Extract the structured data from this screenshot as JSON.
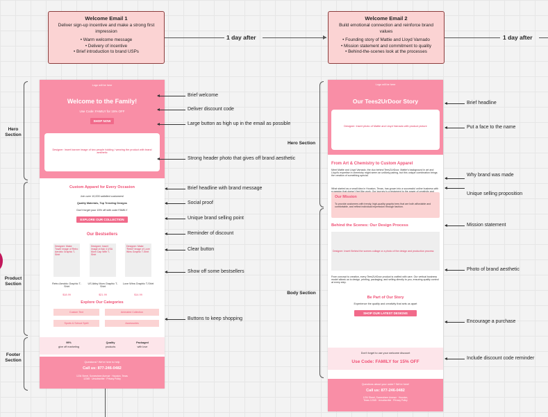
{
  "flow": {
    "email1": {
      "title": "Welcome Email 1",
      "goal": "Deliver sign-up incentive and make a strong first impression",
      "bullets": [
        "Warm welcome message",
        "Delivery of incentive",
        "Brief introduction to brand USPs"
      ]
    },
    "email2": {
      "title": "Welcome Email 2",
      "goal": "Build emotional connection and reinforce brand values",
      "bullets": [
        "Founding story of Mattie and Lloyd Varnado",
        "Mission statement and commitment to quality",
        "Behind-the-scenes look at the processes"
      ]
    },
    "delay1": "1 day after",
    "delay2": "1 day after"
  },
  "sections1": {
    "hero": "Hero Section",
    "product": "Product Section",
    "footer": "Footer Section"
  },
  "sections2": {
    "hero": "Hero Section",
    "body": "Body Section"
  },
  "email1": {
    "logo": "Logo will be here",
    "headline": "Welcome to the Family!",
    "code_line": "Use Code: FAMILY for 15% OFF",
    "shop_btn": "SHOP NOW",
    "photo_note": "Designer: Insert banner image of two people holding / wearing the product with brand aesthetic",
    "sub_headline": "Custom Apparel for Every Occasion",
    "social_proof": "Join over 10,000 satisfied customers!",
    "usp": "Quality Materials, Top Trending Designs",
    "reminder": "Don't forget your 15% off with code FAMILY",
    "explore_btn": "EXPLORE OUR COLLECTION",
    "bestsellers_title": "Our Bestsellers",
    "products": [
      {
        "note": "Designer: Make Tower image of Retro Aerobic Graphic T-Shirt",
        "name": "Retro Aerobic Graphic T-Shirt",
        "price": "$18.99"
      },
      {
        "note": "Designer: Insert image of Ask 4 USA Mom Cap With T-Shirt",
        "name": "US Abby Mom Graphic T-Shirt",
        "price": "$21.99"
      },
      {
        "note": "Designer: Make 'Rebel' Image of Love Wins Graphic T-Shirt",
        "name": "Love Wins Graphic T-Shirt",
        "price": "$14.99"
      }
    ],
    "categories_title": "Explore Our Categories",
    "categories": [
      "Custom Text",
      "Animated Collection",
      "Sports & School Spirit",
      "Accessories"
    ],
    "features": [
      {
        "big": "99%",
        "small": "give off marketing"
      },
      {
        "big": "Quality",
        "small": "products"
      },
      {
        "big": "Packaged",
        "small": "with love"
      }
    ],
    "footer_line1": "Questions? We're here to help",
    "footer_call": "Call us: 877-246-0482",
    "footer_addr": "1234 Street, Somewhere Avenue · Houston, Texas 12345 · Unsubscribe · Privacy Policy"
  },
  "email2": {
    "logo": "Logo will be here",
    "headline": "Our Tees2UrDoor Story",
    "photo_note": "Designer: Insert photo of Mattie and Lloyd Varnado with product picture",
    "story_title": "From Art & Chemistry to Custom Apparel",
    "story_p1": "Meet Mattie and Lloyd Varnado, the duo behind Tees2UrDoor. Mattie's background in art and Lloyd's expertise in chemistry might seem an unlikely pairing, but this unique combination brings the creation of something special.",
    "story_p2": "What started as a small idea in Houston, Texas, has grown into a successful online business with a passion that doesn't feel like work. Our journey is a testament to the power of creativity and dedication.",
    "mission_title": "Our Mission",
    "mission_text": "To provide customers with trendy, high-quality graphic tees that are both affordable and comfortable, and reflect individual expression through fashion.",
    "bts_title": "Behind the Scenes: Our Design Process",
    "bts_note": "Designer: Insert Behind the scenes collage or a photo of the design and production process",
    "bts_text": "From concept to creation, every Tees2UrDoor product is crafted with care. Our vertical business model allows us to design, printing, packaging, and selling directly to you, ensuring quality control at every step.",
    "cta_title": "Be Part of Our Story",
    "cta_text": "Experience the quality and creativity that sets us apart",
    "cta_btn": "SHOP OUR LATEST DESIGNS",
    "reminder": "Don't forget to use your welcome discount",
    "code_line": "Use Code: FAMILY for 15% OFF",
    "footer_line1": "Questions about your order? We're here!",
    "footer_call": "Call us: 877-246-0482",
    "footer_addr": "1234 Street, Somewhere Avenue · Houston, Texas 12345 · Unsubscribe · Privacy Policy"
  },
  "annotations1": [
    "Brief welcome",
    "Deliver discount code",
    "Large button as high up in the email as possible",
    "Strong header photo that gives off brand aesthetic",
    "Brief headline with brand message",
    "Social proof",
    "Unique brand selling point",
    "Reminder of discount",
    "Clear button",
    "Show off some bestsellers",
    "Buttons to keep shopping"
  ],
  "annotations2": [
    "Brief headline",
    "Put a face to the name",
    "Why brand was made",
    "Unique selling proposition",
    "Mission statement",
    "Photo of brand aesthetic",
    "Encourage a purchase",
    "Include discount code reminder"
  ]
}
